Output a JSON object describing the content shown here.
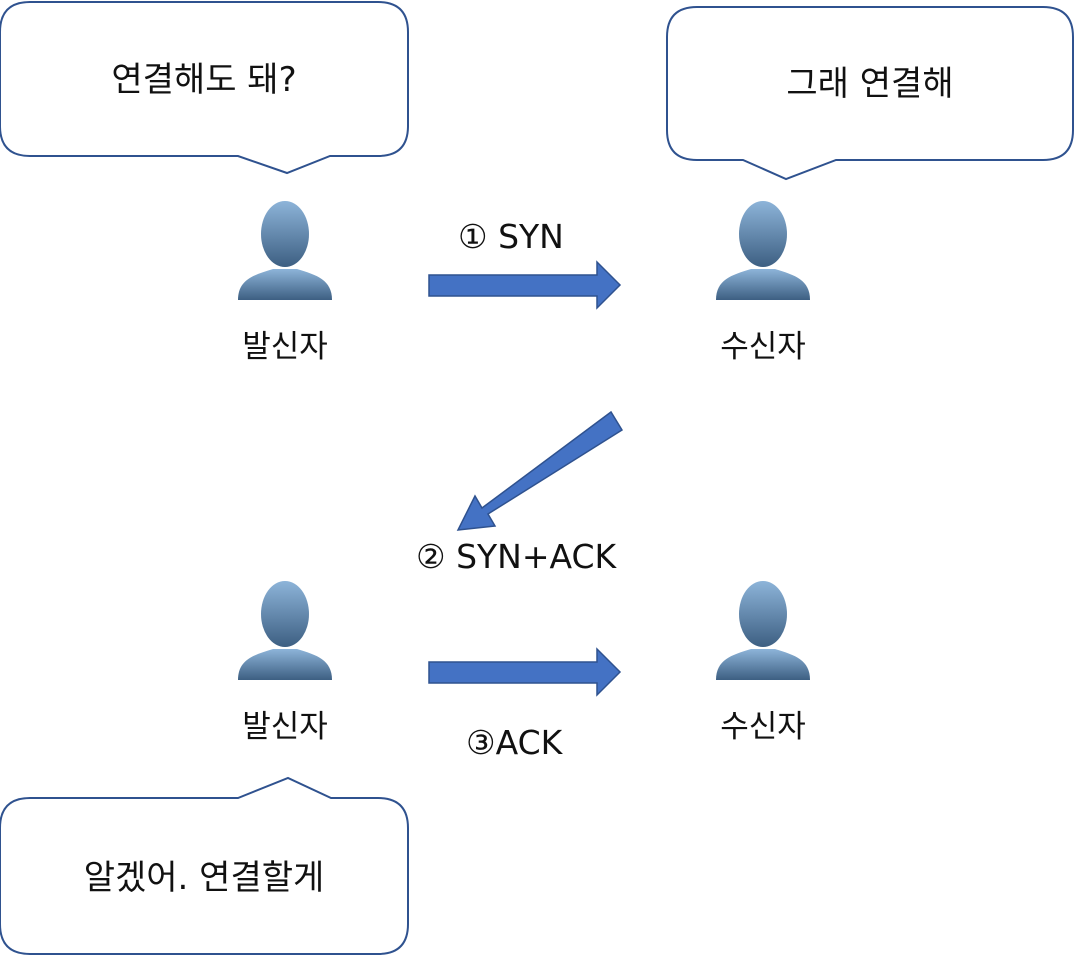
{
  "bubbles": {
    "sender_request": "연결해도 돼?",
    "receiver_reply": "그래 연결해",
    "sender_confirm": "알겠어. 연결할게"
  },
  "people": {
    "sender_top": "발신자",
    "receiver_top": "수신자",
    "sender_bottom": "발신자",
    "receiver_bottom": "수신자"
  },
  "steps": {
    "step1": "① SYN",
    "step2": "② SYN+ACK",
    "step3": "③ACK"
  },
  "colors": {
    "arrow_fill": "#4472C4",
    "arrow_stroke": "#2F528F",
    "bubble_stroke": "#2F528F",
    "person_top": "#8DB4D9",
    "person_bottom": "#3D5F82"
  },
  "icons": [
    "person-icon",
    "right-arrow-icon",
    "diagonal-arrow-icon"
  ]
}
